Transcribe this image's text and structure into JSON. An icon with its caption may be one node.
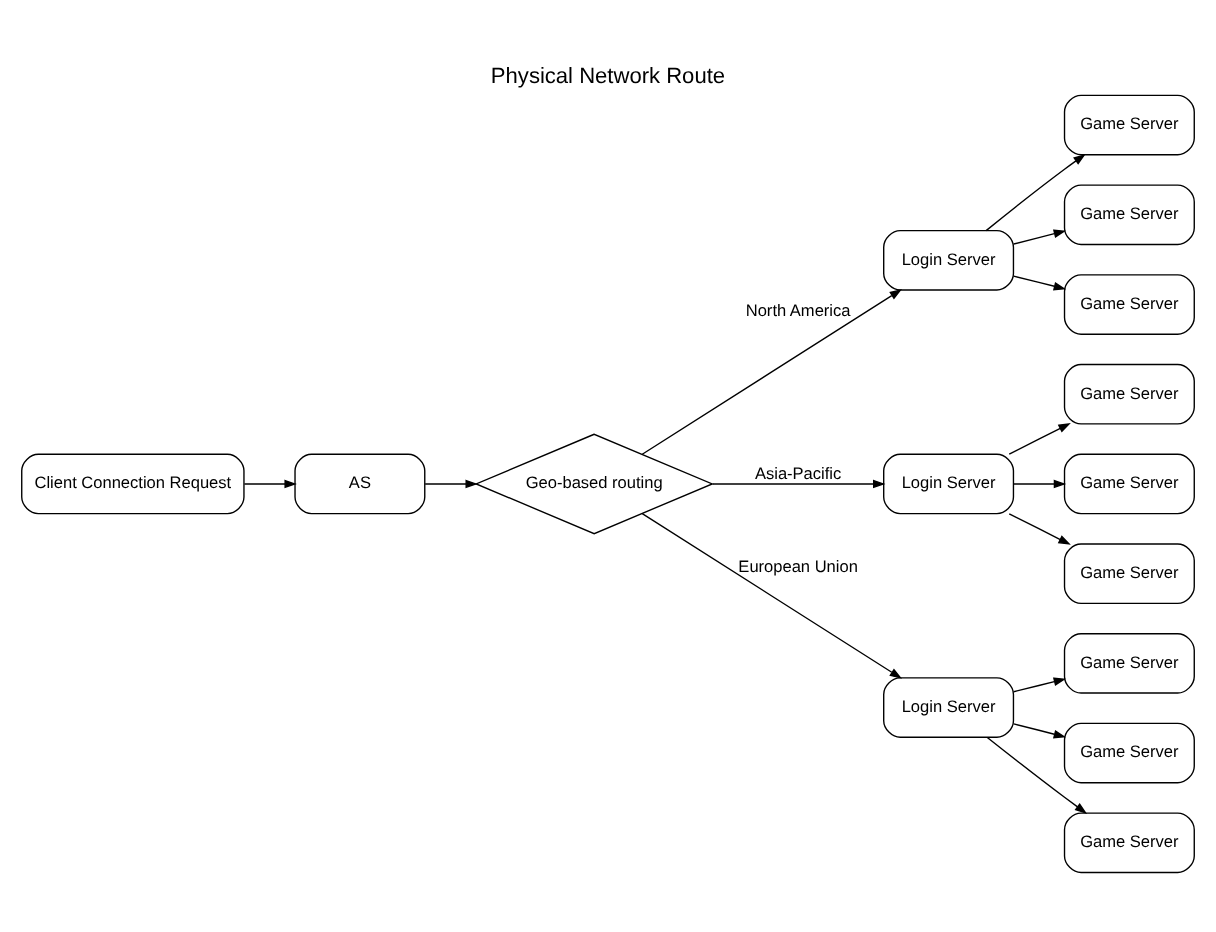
{
  "diagram": {
    "title": "Physical Network Route",
    "nodes": [
      {
        "text": [
          "Client Connection Request"
        ]
      },
      {
        "text": [
          "AS"
        ]
      },
      {
        "text": [
          "Geo-based routing"
        ]
      },
      {
        "text": [
          "Login Server"
        ]
      },
      {
        "text": [
          "Game Server"
        ]
      },
      {
        "text": [
          "Game Server"
        ]
      },
      {
        "text": [
          "Game Server"
        ]
      },
      {
        "text": [
          "Login Server"
        ]
      },
      {
        "text": [
          "Game Server"
        ]
      },
      {
        "text": [
          "Game Server"
        ]
      },
      {
        "text": [
          "Game Server"
        ]
      },
      {
        "text": [
          "Login Server"
        ]
      },
      {
        "text": [
          "Game Server"
        ]
      },
      {
        "text": [
          "Game Server"
        ]
      },
      {
        "text": [
          "Game Server"
        ]
      }
    ],
    "edges": [
      {
        "from": 0,
        "to": 1,
        "arrow": "to"
      },
      {
        "from": 1,
        "to": 2,
        "arrow": "to"
      },
      {
        "from": 2,
        "to": 3,
        "arrow": "to",
        "label": "North America"
      },
      {
        "from": 2,
        "to": 7,
        "arrow": "to",
        "label": "Asia-Pacific"
      },
      {
        "from": 2,
        "to": 11,
        "arrow": "to",
        "label": "European Union"
      },
      {
        "from": 3,
        "to": 4,
        "arrow": "to"
      },
      {
        "from": 3,
        "to": 5,
        "arrow": "to"
      },
      {
        "from": 3,
        "to": 6,
        "arrow": "to"
      },
      {
        "from": 7,
        "to": 8,
        "arrow": "to"
      },
      {
        "from": 7,
        "to": 9,
        "arrow": "to"
      },
      {
        "from": 7,
        "to": 10,
        "arrow": "to"
      },
      {
        "from": 11,
        "to": 12,
        "arrow": "to"
      },
      {
        "from": 11,
        "to": 13,
        "arrow": "to"
      },
      {
        "from": 11,
        "to": 14,
        "arrow": "to"
      }
    ]
  }
}
